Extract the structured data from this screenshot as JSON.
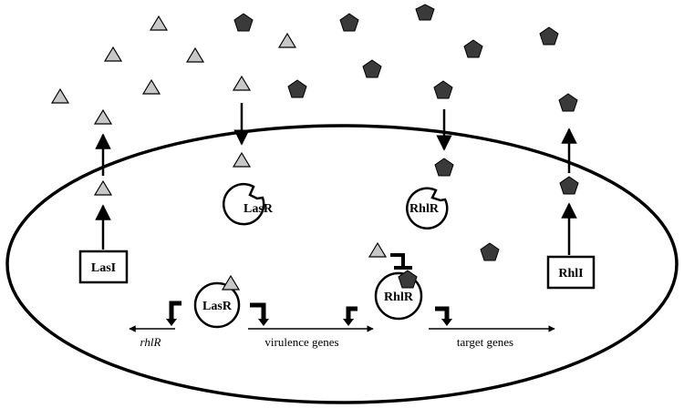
{
  "diagram": {
    "proteins": {
      "lasi": "LasI",
      "rhli": "RhlI",
      "lasr_free": "LasR",
      "rhlr_free": "RhlR",
      "lasr_bound": "LasR",
      "rhlr_bound": "RhlR"
    },
    "genes": {
      "rhlr": "rhlR",
      "virulence": "virulence genes",
      "target": "target genes"
    },
    "colors": {
      "triangle_fill": "#c8c8c8",
      "pentagon_fill": "#3a3a3a",
      "stroke": "#000000"
    }
  }
}
